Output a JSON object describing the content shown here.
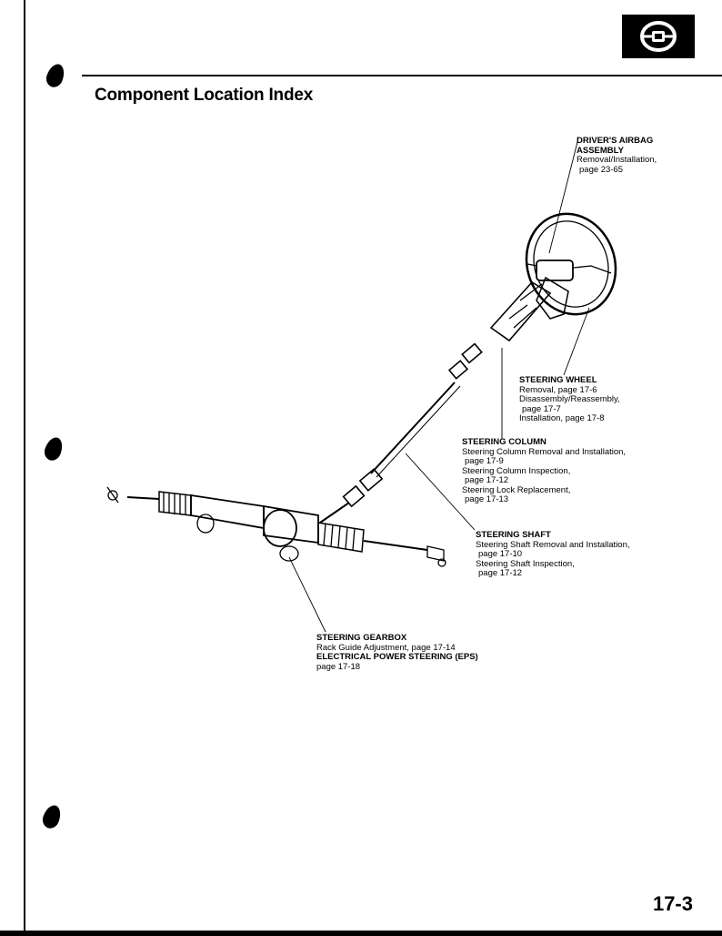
{
  "header": {
    "title": "Component Location Index",
    "section_icon": "steering-wheel-icon"
  },
  "callouts": {
    "airbag": {
      "heading1": "DRIVER'S AIRBAG",
      "heading2": "ASSEMBLY",
      "line1": "Removal/Installation,",
      "line2": "page 23-65"
    },
    "wheel": {
      "heading": "STEERING WHEEL",
      "line1": "Removal, page 17-6",
      "line2": "Disassembly/Reassembly,",
      "line3": "page 17-7",
      "line4": "Installation, page 17-8"
    },
    "column": {
      "heading": "STEERING COLUMN",
      "line1": "Steering Column Removal and Installation,",
      "line2": "page 17-9",
      "line3": "Steering Column Inspection,",
      "line4": "page 17-12",
      "line5": "Steering Lock Replacement,",
      "line6": "page 17-13"
    },
    "shaft": {
      "heading": "STEERING SHAFT",
      "line1": "Steering Shaft Removal and Installation,",
      "line2": "page 17-10",
      "line3": "Steering Shaft Inspection,",
      "line4": "page 17-12"
    },
    "gearbox": {
      "heading": "STEERING GEARBOX",
      "line1": "Rack Guide Adjustment, page 17-14",
      "heading2": "ELECTRICAL POWER STEERING (EPS)",
      "line2": "page 17-18"
    }
  },
  "footer": {
    "page_number": "17-3"
  }
}
